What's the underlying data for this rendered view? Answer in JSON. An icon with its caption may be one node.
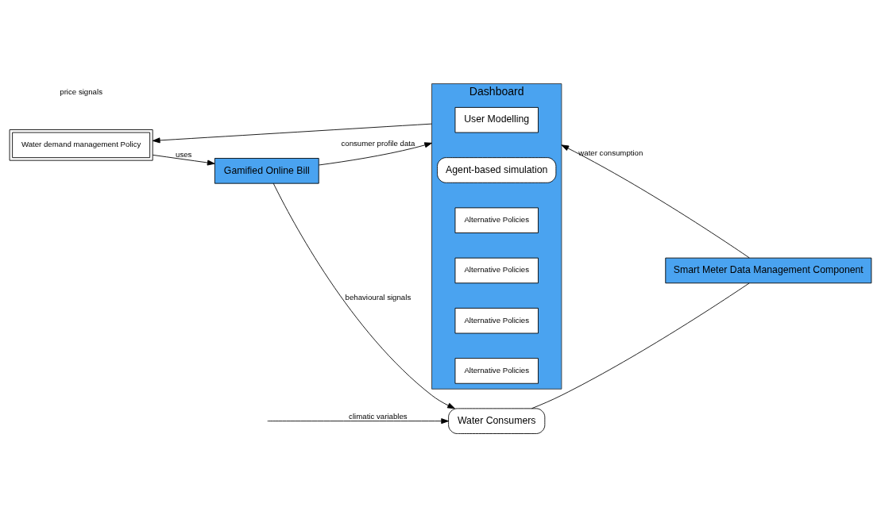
{
  "diagram": {
    "nodes": [
      {
        "text": [
          "Gamified Online Bill"
        ]
      },
      {
        "text": [
          "Water Consumers"
        ]
      },
      {
        "text": [
          "Smart Meter Data Management Component"
        ]
      },
      {
        "text": [
          "Dashboard"
        ]
      },
      {
        "text": [
          "User Modelling"
        ],
        "in": 3
      },
      {
        "text": [
          "Agent-based simulation"
        ],
        "in": 3
      },
      {
        "text": [
          "Alternative Policies"
        ],
        "in": 3
      },
      {
        "text": [
          "Alternative Policies"
        ],
        "in": 3
      },
      {
        "text": [
          "Alternative Policies"
        ],
        "in": 3
      },
      {
        "text": [
          "Alternative Policies"
        ],
        "in": 3
      },
      {
        "text": [
          "Water demand management Policy"
        ]
      }
    ],
    "edges": [
      {
        "from": null,
        "to": 1,
        "arrow": "to",
        "label": "climatic variables"
      },
      {
        "from": 0,
        "to": 1,
        "arrow": "to",
        "label": "behavioural signals"
      },
      {
        "from": 1,
        "to": 2,
        "arrow": "none"
      },
      {
        "from": 2,
        "to": 3,
        "arrow": "to",
        "label": "water consumption"
      },
      {
        "from": 0,
        "to": 3,
        "arrow": "to",
        "label": "consumer profile data"
      },
      {
        "from": 3,
        "to": 10,
        "arrow": "to"
      },
      {
        "from": 10,
        "to": 0,
        "arrow": "to",
        "label": "uses"
      }
    ],
    "labels": [
      "price signals"
    ]
  }
}
